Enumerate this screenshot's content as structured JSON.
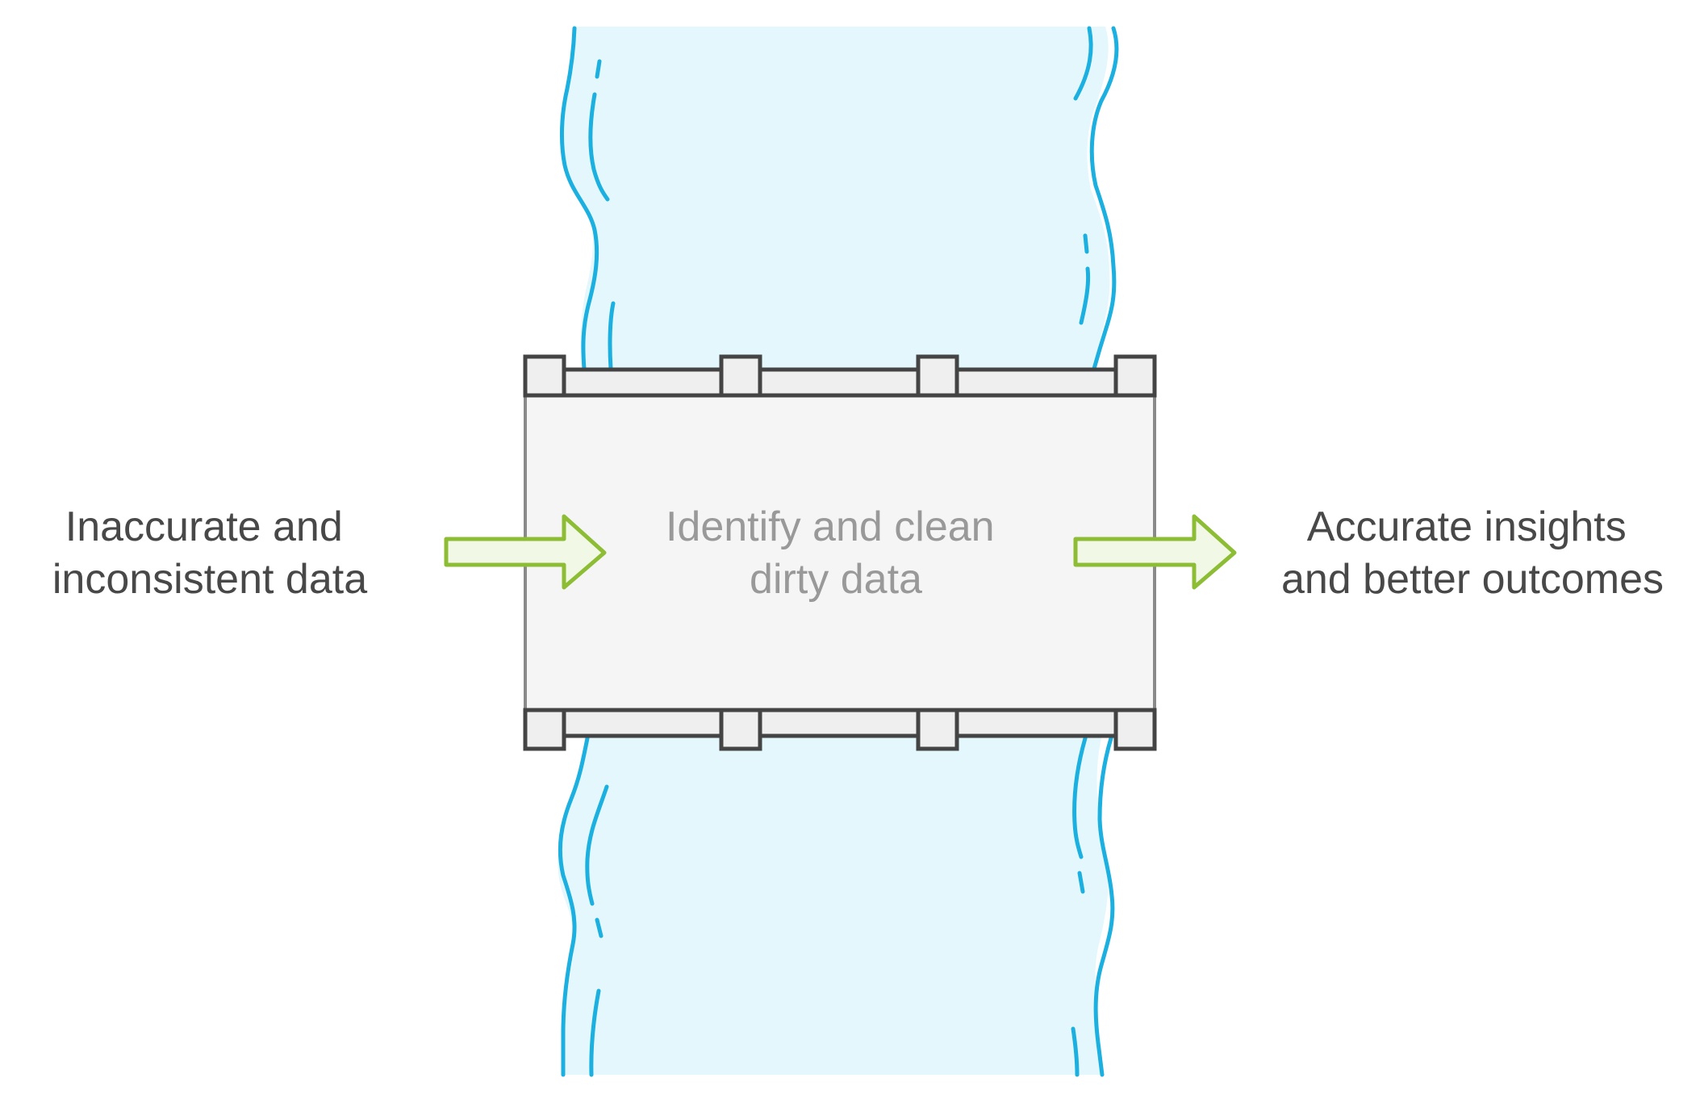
{
  "diagram": {
    "input_label": [
      "Inaccurate and",
      "inconsistent data"
    ],
    "process_label": [
      "Identify and clean",
      "dirty data"
    ],
    "output_label": [
      "Accurate insights",
      "and better outcomes"
    ]
  },
  "colors": {
    "river_fill": "#e3f7fc",
    "river_stroke": "#1bb0e0",
    "bridge_stroke": "#444444",
    "arrow_fill": "#f2f8e6",
    "arrow_stroke": "#8dbd35",
    "text": "#484848",
    "text_muted": "#999999"
  },
  "icons": [
    "river",
    "bridge",
    "right-arrow"
  ]
}
